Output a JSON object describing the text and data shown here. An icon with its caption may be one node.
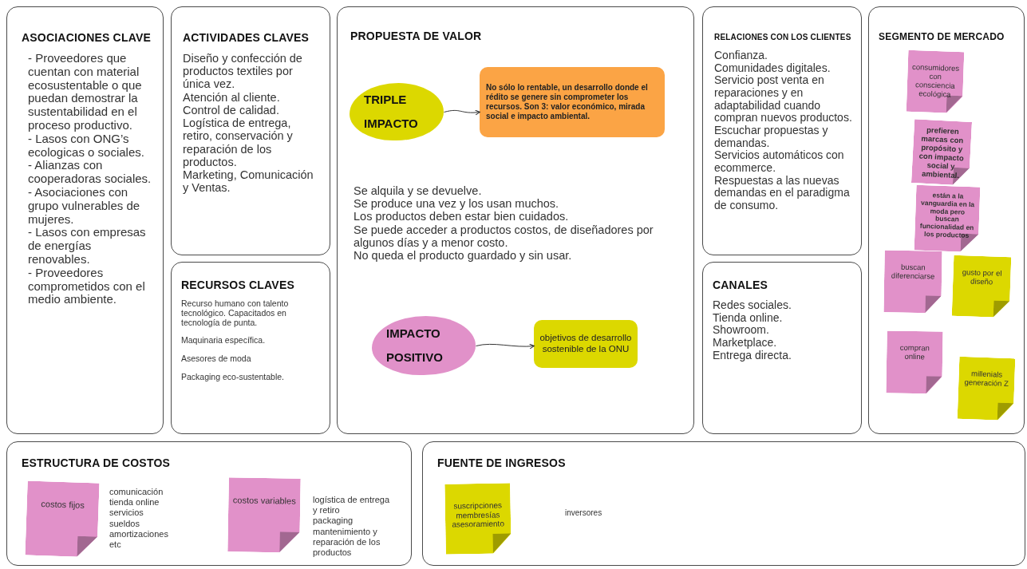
{
  "diagram": {
    "nodes": [
      {
        "text": [
          "ASOCIACIONES CLAVE",
          "- Proveedores que cuentan con material ecosustentable o que puedan demostrar la sustentabilidad en el proceso productivo.",
          "- Lasos con ONG’s ecologicas o sociales.",
          "- Alianzas con cooperadoras sociales.",
          "- Asociaciones con grupo vulnerables de mujeres.",
          "- Lasos con empresas de energías renovables.",
          "- Proveedores comprometidos con el medio ambiente."
        ]
      },
      {
        "text": [
          "ACTIVIDADES CLAVES",
          "Diseño y confección de productos textiles por única vez.",
          "Atención al cliente.",
          "Control de calidad.",
          "Logística de entrega, retiro, conservación y reparación de los productos.",
          "Marketing, Comunicación y Ventas."
        ]
      },
      {
        "text": [
          "RECURSOS CLAVES",
          "Recurso humano con talento tecnológico. Capacitados en tecnología de punta.",
          "Maquinaria específica.",
          "Asesores de moda",
          "Packaging eco-sustentable."
        ]
      },
      {
        "text": [
          "PROPUESTA DE VALOR",
          "Se alquila y se devuelve.",
          "Se produce una vez y los usan muchos.",
          "Los productos deben estar bien cuidados.",
          "Se puede acceder a productos costos, de diseñadores por algunos días y a menor costo.",
          "No queda el producto guardado y sin usar."
        ]
      },
      {
        "text": [
          "TRIPLE IMPACTO"
        ],
        "in": 3
      },
      {
        "text": [
          "No sólo lo rentable, un desarrollo donde el rédito se genere sin comprometer los recursos. Son 3: valor económico, mirada social e impacto ambiental."
        ],
        "in": 3
      },
      {
        "text": [
          "IMPACTO POSITIVO"
        ],
        "in": 3
      },
      {
        "text": [
          "objetivos de desarrollo sostenible de la ONU"
        ],
        "in": 3
      },
      {
        "text": [
          "RELACIONES CON LOS CLIENTES",
          "Confianza.",
          "Comunidades digitales.",
          "Servicio post venta en reparaciones y en adaptabilidad cuando compran nuevos productos.",
          "Escuchar propuestas y demandas.",
          "Servicios automáticos con ecommerce.",
          "Respuestas a las nuevas demandas en el paradigma de consumo."
        ]
      },
      {
        "text": [
          "CANALES",
          "Redes sociales.",
          "Tienda online.",
          "Showroom.",
          "Marketplace.",
          "Entrega directa."
        ]
      },
      {
        "text": [
          "SEGMENTO DE MERCADO"
        ]
      },
      {
        "text": [
          "consumidores con consciencia ecológica"
        ],
        "in": 10
      },
      {
        "text": [
          "prefieren marcas con propósito y con impacto social y ambiental."
        ],
        "in": 10
      },
      {
        "text": [
          "están a la vanguardia en la moda pero buscan funcionalidad en los productos"
        ],
        "in": 10
      },
      {
        "text": [
          "buscan diferenciarse"
        ],
        "in": 10
      },
      {
        "text": [
          "gusto por el diseño"
        ],
        "in": 10
      },
      {
        "text": [
          "compran online"
        ],
        "in": 10
      },
      {
        "text": [
          "millenials generación Z"
        ],
        "in": 10
      },
      {
        "text": [
          "ESTRUCTURA DE COSTOS"
        ]
      },
      {
        "text": [
          "costos fijos"
        ],
        "in": 18,
        "beside": [
          "comunicación",
          "tienda online",
          "servicios",
          "sueldos",
          "amortizaciones",
          "etc"
        ]
      },
      {
        "text": [
          "costos variables"
        ],
        "in": 18,
        "beside": [
          "logística de entrega y retiro",
          "packaging",
          "mantenimiento y reparación de los productos"
        ]
      },
      {
        "text": [
          "FUENTE DE INGRESOS",
          "inversores"
        ]
      },
      {
        "text": [
          "suscripciones membresías asesoramiento"
        ],
        "in": 21
      }
    ],
    "edges": [
      {
        "from": 4,
        "to": 5,
        "arrow": "to"
      },
      {
        "from": 6,
        "to": 7,
        "arrow": "to"
      }
    ]
  }
}
